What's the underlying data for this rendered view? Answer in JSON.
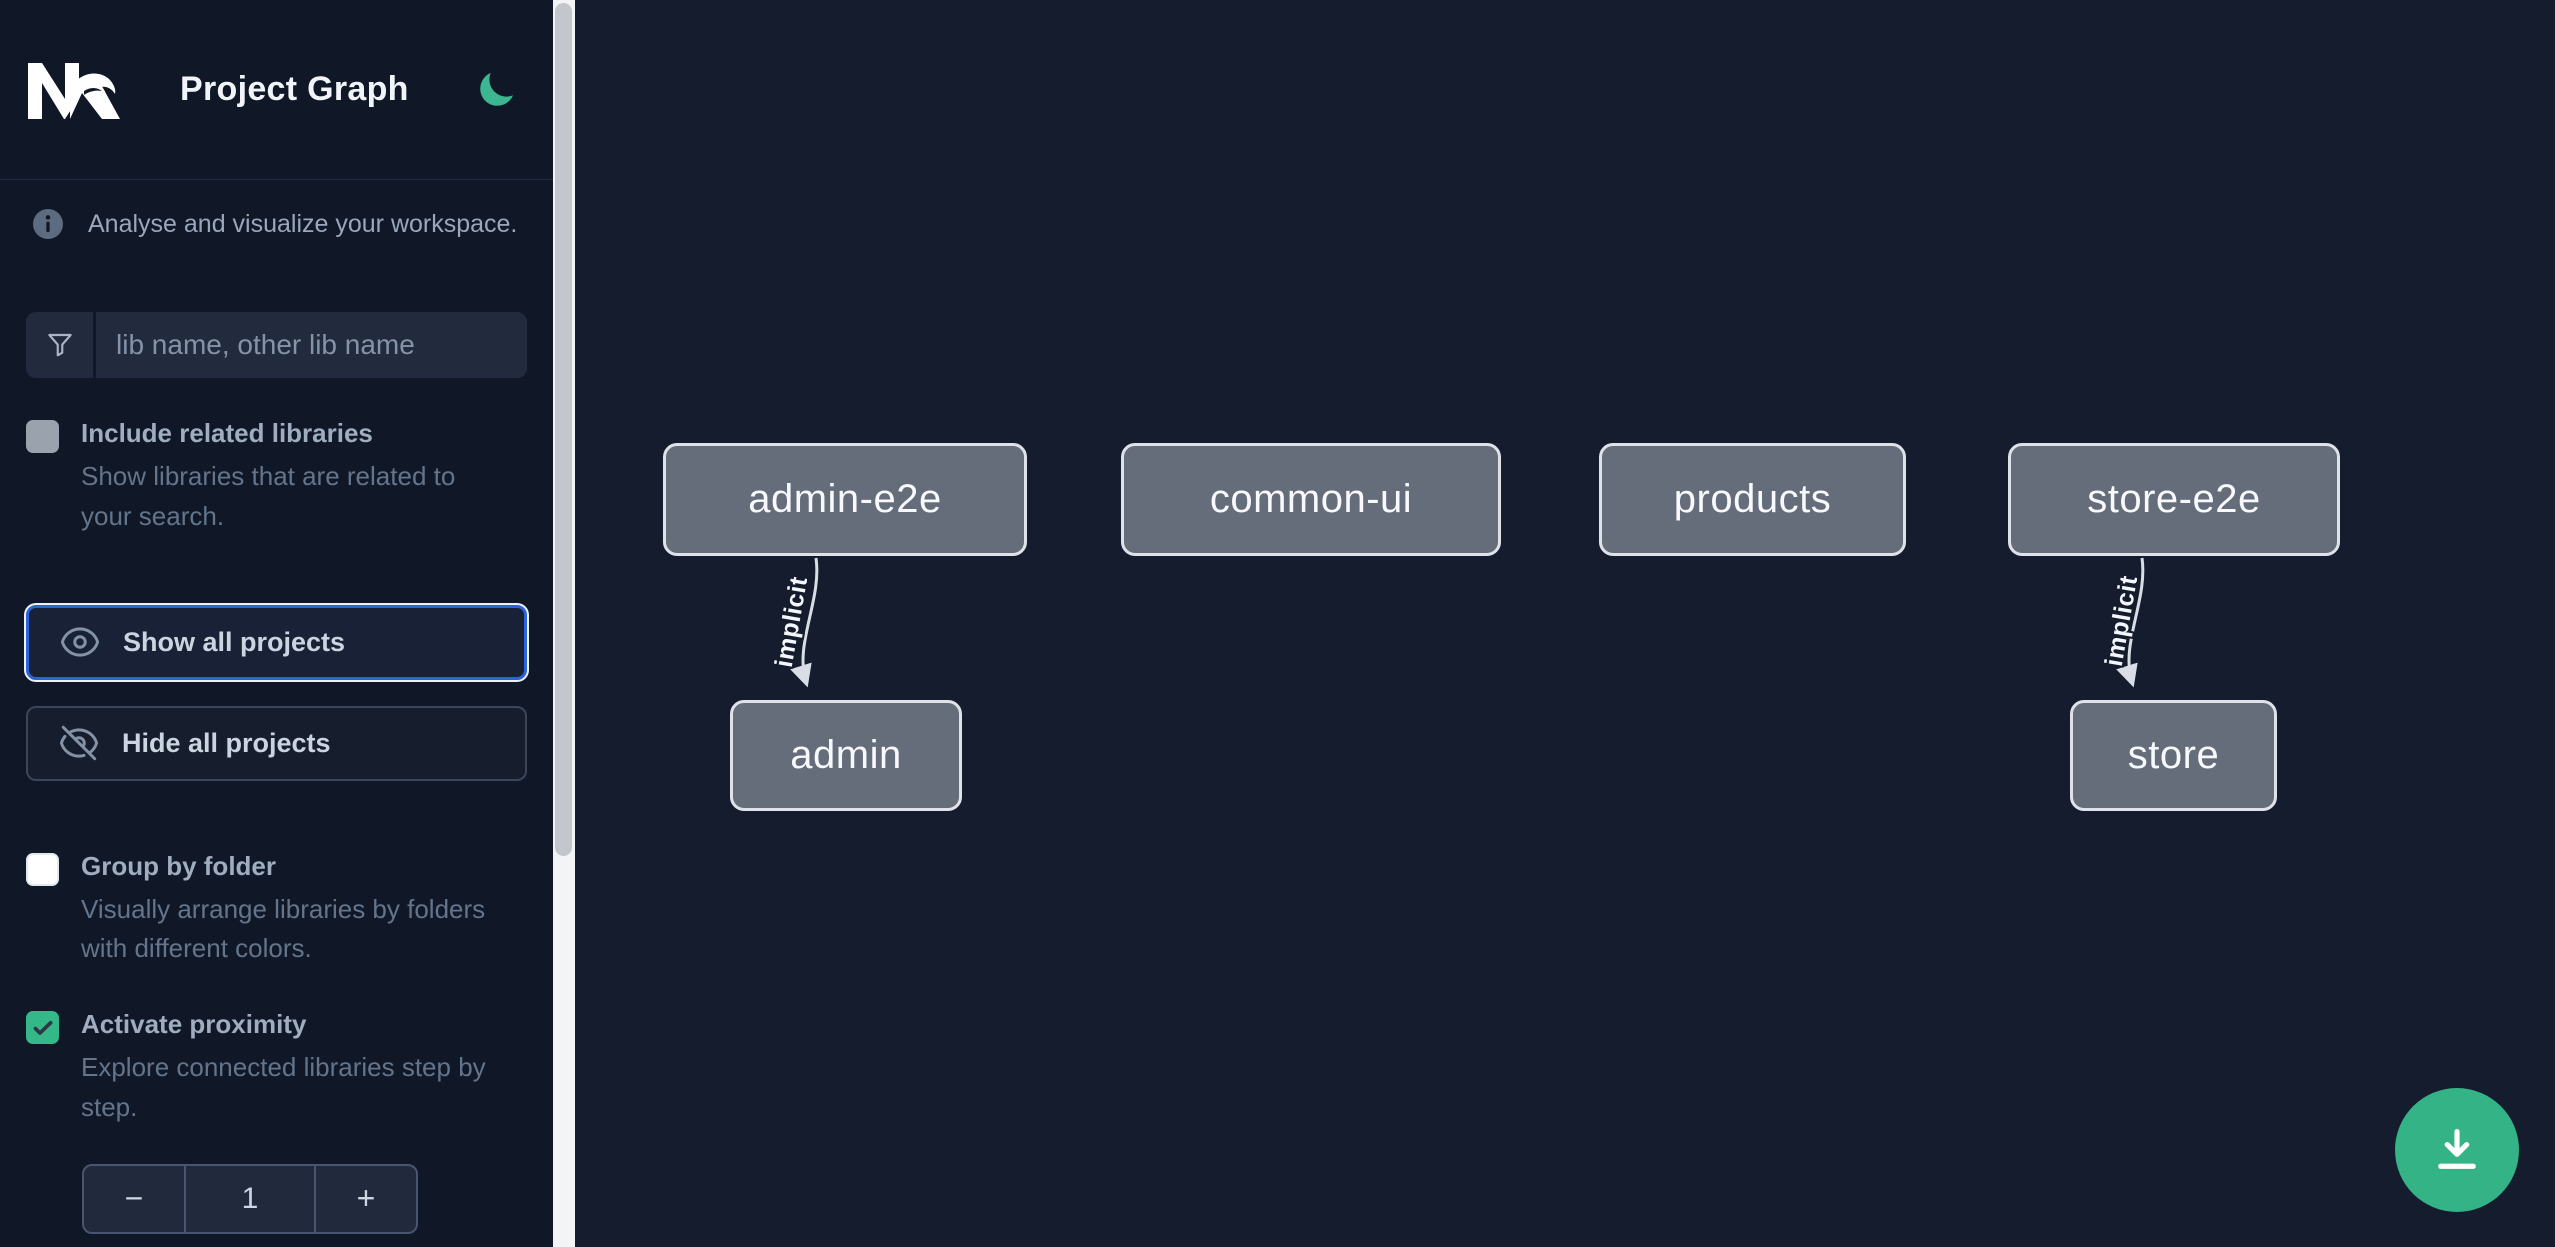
{
  "header": {
    "logo_text": "Nx",
    "title": "Project Graph",
    "theme_toggle_icon": "moon-icon"
  },
  "sidebar": {
    "info_text": "Analyse and visualize your workspace.",
    "search_placeholder": "lib name, other lib name",
    "search_value": "",
    "include_related": {
      "label": "Include related libraries",
      "description": "Show libraries that are related to your search.",
      "checked": false
    },
    "show_all_label": "Show all projects",
    "hide_all_label": "Hide all projects",
    "group_by_folder": {
      "label": "Group by folder",
      "description": "Visually arrange libraries by folders with different colors.",
      "checked": false
    },
    "proximity": {
      "label": "Activate proximity",
      "description": "Explore connected libraries step by step.",
      "checked": true
    },
    "stepper": {
      "decrement_label": "−",
      "value": "1",
      "increment_label": "+"
    }
  },
  "graph": {
    "nodes": [
      {
        "id": "admin-e2e",
        "label": "admin-e2e"
      },
      {
        "id": "common-ui",
        "label": "common-ui"
      },
      {
        "id": "products",
        "label": "products"
      },
      {
        "id": "store-e2e",
        "label": "store-e2e"
      },
      {
        "id": "admin",
        "label": "admin"
      },
      {
        "id": "store",
        "label": "store"
      }
    ],
    "edges": [
      {
        "from": "admin-e2e",
        "to": "admin",
        "label": "implicit"
      },
      {
        "from": "store-e2e",
        "to": "store",
        "label": "implicit"
      }
    ]
  },
  "fab": {
    "icon": "download-icon"
  },
  "colors": {
    "sidebar_bg": "#101828",
    "canvas_bg": "#151c2d",
    "accent_green": "#34b386",
    "checkbox_green": "#35b888",
    "focus_blue": "#2b63d9",
    "node_fill": "#656c7a",
    "node_border": "#dfe3e9",
    "edge_color": "#d9dee6"
  }
}
